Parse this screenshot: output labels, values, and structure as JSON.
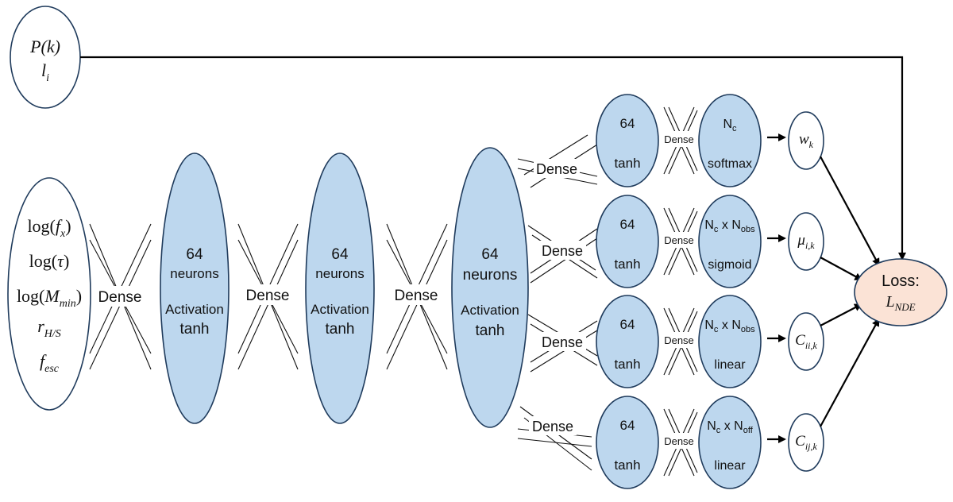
{
  "top_input": {
    "line1": "P(k)",
    "line2_base": "l",
    "line2_sub": "i"
  },
  "input_features": [
    {
      "fn": "log(",
      "var": "f",
      "sub": "x",
      "close": ")"
    },
    {
      "fn": "log(",
      "var": "τ",
      "sub": "",
      "close": ")"
    },
    {
      "fn": "log(",
      "var": "M",
      "sub": "min",
      "close": ")"
    },
    {
      "fn": "",
      "var": "r",
      "sub": "H/S",
      "close": ""
    },
    {
      "fn": "",
      "var": "f",
      "sub": "esc",
      "close": ""
    }
  ],
  "dense_label": "Dense",
  "hidden_layers": [
    {
      "size": "64",
      "unit": "neurons",
      "act": "Activation",
      "fn": "tanh"
    },
    {
      "size": "64",
      "unit": "neurons",
      "act": "Activation",
      "fn": "tanh"
    },
    {
      "size": "64",
      "unit": "neurons",
      "act": "Activation",
      "fn": "tanh"
    }
  ],
  "branches": [
    {
      "hidden_size": "64",
      "hidden_fn": "tanh",
      "out_base": "N",
      "out_sub": "c",
      "out_mult": "",
      "out_base2": "",
      "out_sub2": "",
      "out_fn": "softmax",
      "target_base": "w",
      "target_sub": "k"
    },
    {
      "hidden_size": "64",
      "hidden_fn": "tanh",
      "out_base": "N",
      "out_sub": "c",
      "out_mult": " x ",
      "out_base2": "N",
      "out_sub2": "obs",
      "out_fn": "sigmoid",
      "target_base": "μ",
      "target_sub": "i,k"
    },
    {
      "hidden_size": "64",
      "hidden_fn": "tanh",
      "out_base": "N",
      "out_sub": "c",
      "out_mult": " x ",
      "out_base2": "N",
      "out_sub2": "obs",
      "out_fn": "linear",
      "target_base": "C",
      "target_sub": "ii,k"
    },
    {
      "hidden_size": "64",
      "hidden_fn": "tanh",
      "out_base": "N",
      "out_sub": "c",
      "out_mult": " x ",
      "out_base2": "N",
      "out_sub2": "off",
      "out_fn": "linear",
      "target_base": "C",
      "target_sub": "ij,k"
    }
  ],
  "loss": {
    "label": "Loss:",
    "base": "L",
    "sub": "NDE"
  }
}
